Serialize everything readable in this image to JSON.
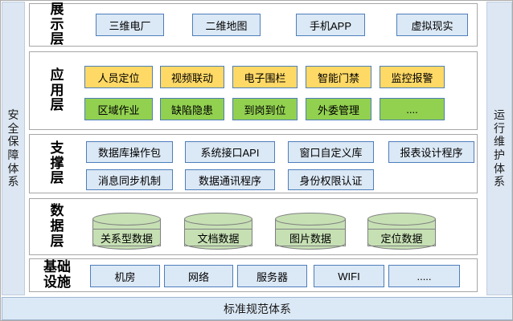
{
  "pillars": {
    "left": "安全保障体系",
    "right": "运行维护体系",
    "bottom": "标准规范体系"
  },
  "colors": {
    "box_blue_fill": "#dbe8f5",
    "box_border_blue": "#4d7ebb",
    "yellow_fill": "#ffd966",
    "green_fill": "#92d050",
    "cylinder_fill": "#c6e0b4",
    "cylinder_border": "#808080",
    "pillar_fill": "#dce7f3",
    "container_border": "#a6a6a6"
  },
  "layers": [
    {
      "label": "展示层",
      "rows": [
        {
          "style": "blue",
          "items": [
            "三维电厂",
            "二维地图",
            "手机APP",
            "虚拟现实"
          ]
        }
      ]
    },
    {
      "label": "应用层",
      "rows": [
        {
          "style": "yellow",
          "items": [
            "人员定位",
            "视频联动",
            "电子围栏",
            "智能门禁",
            "监控报警"
          ]
        },
        {
          "style": "green",
          "items": [
            "区域作业",
            "缺陷隐患",
            "到岗到位",
            "外委管理",
            "...."
          ]
        }
      ]
    },
    {
      "label": "支撑层",
      "rows": [
        {
          "style": "blue",
          "items": [
            "数据库操作包",
            "系统接口API",
            "窗口自定义库",
            "报表设计程序"
          ]
        },
        {
          "style": "blue",
          "items": [
            "消息同步机制",
            "数据通讯程序",
            "身份权限认证"
          ]
        }
      ]
    },
    {
      "label": "数据层",
      "cylinders": [
        "关系型数据",
        "文档数据",
        "图片数据",
        "定位数据"
      ]
    },
    {
      "label": "基础设施",
      "rows": [
        {
          "style": "blue",
          "items": [
            "机房",
            "网络",
            "服务器",
            "WIFI",
            "....."
          ]
        }
      ]
    }
  ]
}
